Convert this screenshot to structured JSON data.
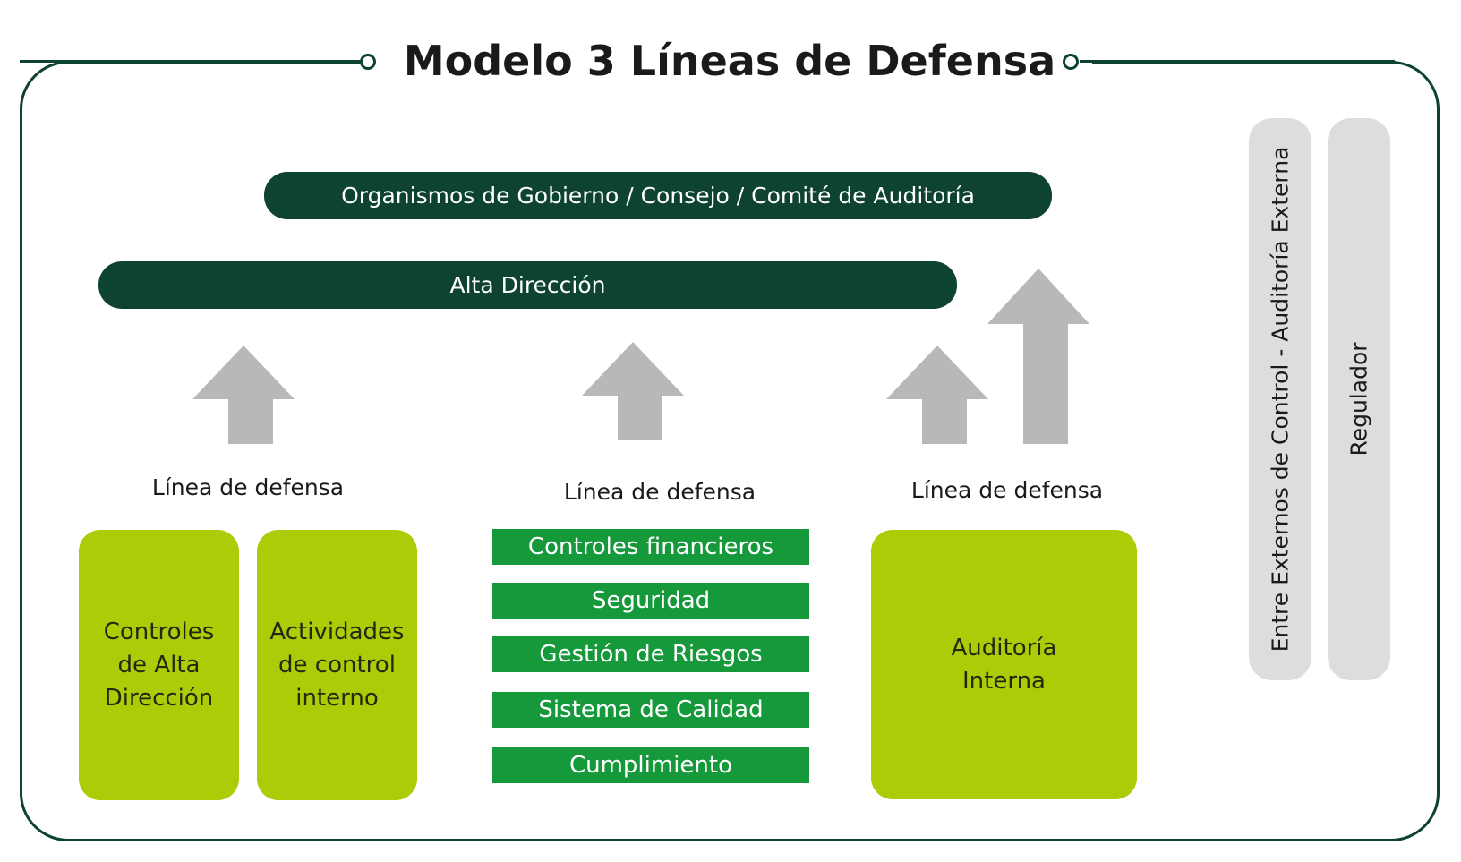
{
  "title": "Modelo 3 Líneas de Defensa",
  "colors": {
    "dark_green": "#0e4232",
    "lime": "#aecb07",
    "green": "#15993b",
    "gray_arrow": "#b8b8b8",
    "gray_pill": "#dddddd"
  },
  "top_bars": {
    "governance": "Organismos de Gobierno / Consejo / Comité de Auditoría",
    "management": "Alta Dirección"
  },
  "lines": [
    {
      "caption": "Línea de defensa",
      "boxes": [
        "Controles\nde Alta\nDirección",
        "Actividades\nde control\ninterno"
      ]
    },
    {
      "caption": "Línea de defensa",
      "items": [
        "Controles financieros",
        "Seguridad",
        "Gestión de Riesgos",
        "Sistema de Calidad",
        "Cumplimiento"
      ]
    },
    {
      "caption": "Línea de defensa",
      "boxes": [
        "Auditoría\nInterna"
      ]
    }
  ],
  "side_pills": {
    "external": "Entre Externos de Control - Auditoría Externa",
    "regulator": "Regulador"
  }
}
